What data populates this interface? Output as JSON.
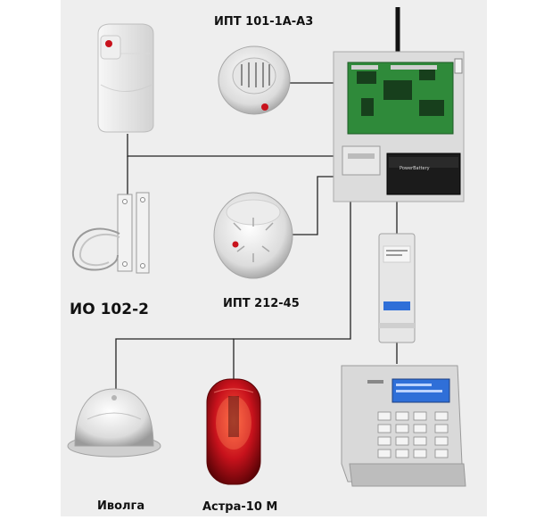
{
  "labels": {
    "heat_detector": "ИПТ 101-1А-А3",
    "door_contact": "ИО 102-2",
    "smoke_detector": "ИПТ 212-45",
    "sounder": "Иволга",
    "strobe_siren": "Астра-10 М"
  },
  "colors": {
    "background_panel": "#eeeeee",
    "wire": "#222222",
    "pcb": "#2f8a3a",
    "siren_red": "#c8121c",
    "keypad_screen": "#2f6fd8"
  },
  "icons": [
    "motion-detector",
    "heat-detector",
    "control-panel",
    "door-contact",
    "smoke-detector",
    "power-supply",
    "sounder",
    "strobe-siren",
    "keypad"
  ]
}
